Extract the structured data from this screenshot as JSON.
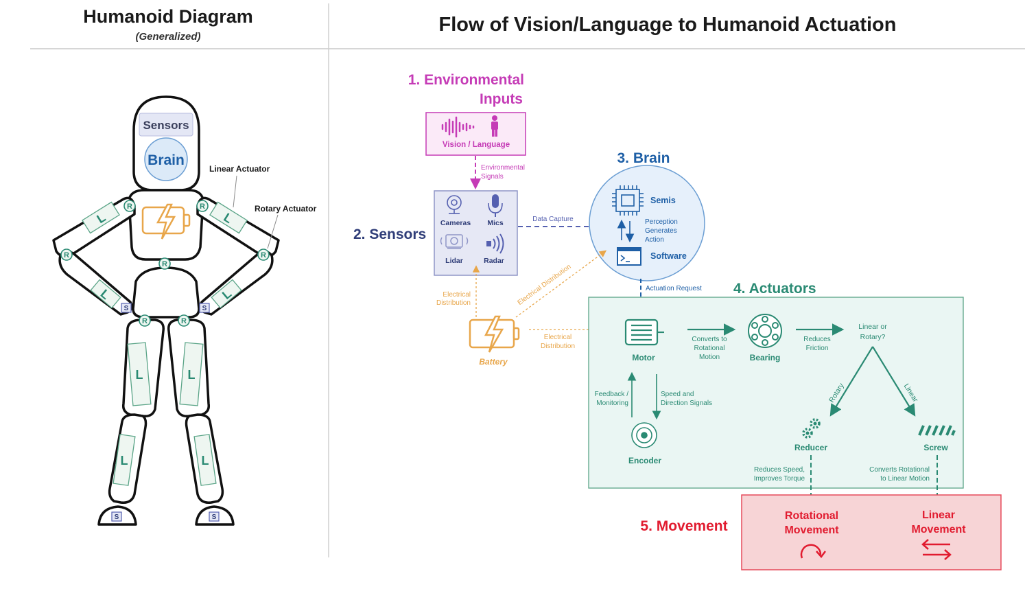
{
  "left_panel": {
    "title": "Humanoid Diagram",
    "subtitle": "(Generalized)",
    "sensors_label": "Sensors",
    "brain_label": "Brain",
    "linear_actuator_label": "Linear Actuator",
    "rotary_actuator_label": "Rotary Actuator",
    "joint_rotary": "R",
    "joint_linear": "L",
    "joint_sensor": "S"
  },
  "right_panel": {
    "title": "Flow of Vision/Language to Humanoid Actuation",
    "env_heading_line1": "1. Environmental",
    "env_heading_line2": "Inputs",
    "vision_language": "Vision / Language",
    "env_signals_line1": "Environmental",
    "env_signals_line2": "Signals",
    "sensors_heading": "2. Sensors",
    "cameras": "Cameras",
    "mics": "Mics",
    "lidar": "Lidar",
    "radar": "Radar",
    "data_capture": "Data Capture",
    "brain_heading": "3. Brain",
    "semis": "Semis",
    "perception_line1": "Perception",
    "perception_line2": "Generates",
    "perception_line3": "Action",
    "software": "Software",
    "actuation_request": "Actuation Request",
    "electrical_dist_line1": "Electrical",
    "electrical_dist_line2": "Distribution",
    "electrical_distribution_diag": "Electrical Distribution",
    "battery": "Battery",
    "actuators_heading": "4. Actuators",
    "motor": "Motor",
    "converts_line1": "Converts to",
    "converts_line2": "Rotational",
    "converts_line3": "Motion",
    "bearing": "Bearing",
    "reduces_friction_line1": "Reduces",
    "reduces_friction_line2": "Friction",
    "linear_or_rotary_line1": "Linear or",
    "linear_or_rotary_line2": "Rotary?",
    "rotary_branch": "Rotary",
    "linear_branch": "Linear",
    "feedback_line1": "Feedback /",
    "feedback_line2": "Monitoring",
    "speed_line1": "Speed and",
    "speed_line2": "Direction Signals",
    "encoder": "Encoder",
    "reducer": "Reducer",
    "screw": "Screw",
    "reduces_speed_line1": "Reduces Speed,",
    "reduces_speed_line2": "Improves Torque",
    "converts_linear_line1": "Converts Rotational",
    "converts_linear_line2": "to Linear Motion",
    "movement_heading": "5. Movement",
    "rotational_line1": "Rotational",
    "rotational_line2": "Movement",
    "linear_move_line1": "Linear",
    "linear_move_line2": "Movement"
  },
  "colors": {
    "pink": "#c53bb6",
    "blue": "#1e5fa6",
    "navy": "#2f3d78",
    "teal": "#2a8a73",
    "orange": "#e8a64a",
    "red": "#e11b2f"
  }
}
